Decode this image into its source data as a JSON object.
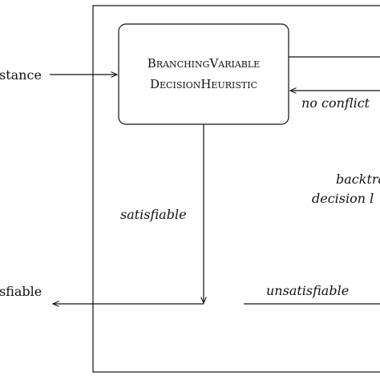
{
  "diagram": {
    "node": {
      "line1": "BranchingVariable",
      "line2": "DecisionHeuristic"
    },
    "labels": {
      "instance": "stance",
      "no_conflict": "no conflict",
      "backtrack": "backtra",
      "decision_level": "decision l",
      "satisfiable": "satisfiable",
      "unsatisfiable": "unsatisfiable",
      "sfiable": "sfiable"
    }
  }
}
